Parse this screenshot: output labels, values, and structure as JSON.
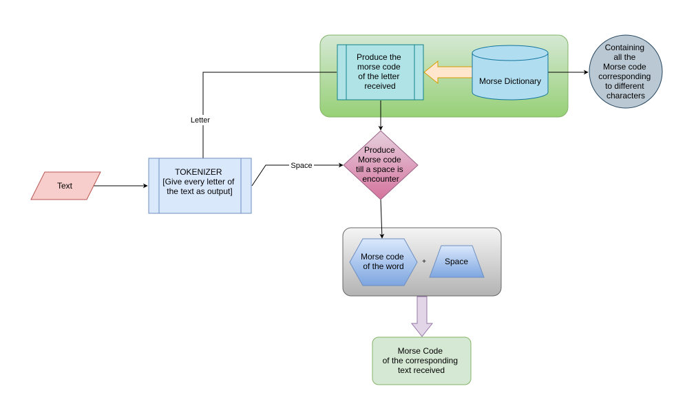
{
  "nodes": {
    "text_input": {
      "label": [
        "Text"
      ]
    },
    "tokenizer": {
      "label": [
        "TOKENIZER",
        "",
        "[Give every letter of",
        "the text as output]"
      ]
    },
    "produce_letter": {
      "label": [
        "Produce the",
        "morse code",
        "of the letter",
        "received"
      ]
    },
    "morse_dictionary": {
      "label": [
        "Morse Dictionary"
      ]
    },
    "containing_note": {
      "label": [
        "Containing",
        "all the",
        "Morse code",
        "corresponding",
        "to  different",
        "characters"
      ]
    },
    "produce_word": {
      "label": [
        "Produce",
        "Morse code",
        "till a space is",
        "encounter"
      ]
    },
    "morse_word": {
      "label": [
        "Morse code",
        "of the word"
      ]
    },
    "plus": {
      "label": [
        "+"
      ]
    },
    "space_shape": {
      "label": [
        "Space"
      ]
    },
    "output": {
      "label": [
        "Morse Code",
        "of the corresponding",
        "text received"
      ]
    }
  },
  "edges": {
    "letter": "Letter",
    "space": "Space"
  },
  "colors": {
    "input_fill": "#f8cecc",
    "input_stroke": "#b85450",
    "tokenizer_fill": "#dae8fc",
    "tokenizer_stroke": "#6c8ebf",
    "green_group_top": "#d5e8d4",
    "green_group_bottom": "#97d077",
    "green_group_stroke": "#82b366",
    "process_fill": "#b0e3e6",
    "process_stroke": "#0e8088",
    "cylinder_fill": "#b1ddf0",
    "cylinder_stroke": "#10739e",
    "note_fill": "#bac8d3",
    "note_stroke": "#23445d",
    "decision_top": "#e6d0de",
    "decision_bottom": "#d5739d",
    "decision_stroke": "#996185",
    "grey_group_top": "#f5f5f5",
    "grey_group_bottom": "#b3b3b3",
    "grey_group_stroke": "#666666",
    "hex_top": "#dae8fc",
    "hex_bottom": "#7ea6e0",
    "hex_stroke": "#6c8ebf",
    "output_fill": "#d5e8d4",
    "output_stroke": "#82b366",
    "arrow_orange_fill": "#ffe6cc",
    "arrow_orange_stroke": "#d79b00",
    "arrow_purple_fill": "#e1d5e7",
    "arrow_purple_stroke": "#9673a6"
  }
}
